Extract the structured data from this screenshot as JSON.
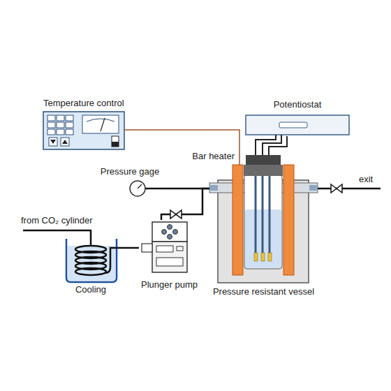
{
  "diagram": {
    "nodes": [
      {
        "text": [
          "Temperature control"
        ]
      },
      {
        "text": [
          "Potentiostat"
        ]
      },
      {
        "text": [
          "Bar heater"
        ]
      },
      {
        "text": [
          "Pressure gage"
        ]
      },
      {
        "text": [
          "Cooling"
        ]
      },
      {
        "text": [
          "Plunger pump"
        ]
      },
      {
        "text": [
          "Pressure resistant vessel"
        ]
      }
    ],
    "edges": [
      {
        "from": 0,
        "to": 2,
        "arrow": "none"
      },
      {
        "from": 1,
        "to": 6,
        "arrow": "none"
      },
      {
        "from": 3,
        "to": 6,
        "arrow": "none"
      },
      {
        "from": 4,
        "to": 5,
        "arrow": "none"
      },
      {
        "from": 5,
        "to": 6,
        "arrow": "none"
      }
    ],
    "labels": [
      "from CO₂ cylinder",
      "exit"
    ]
  }
}
